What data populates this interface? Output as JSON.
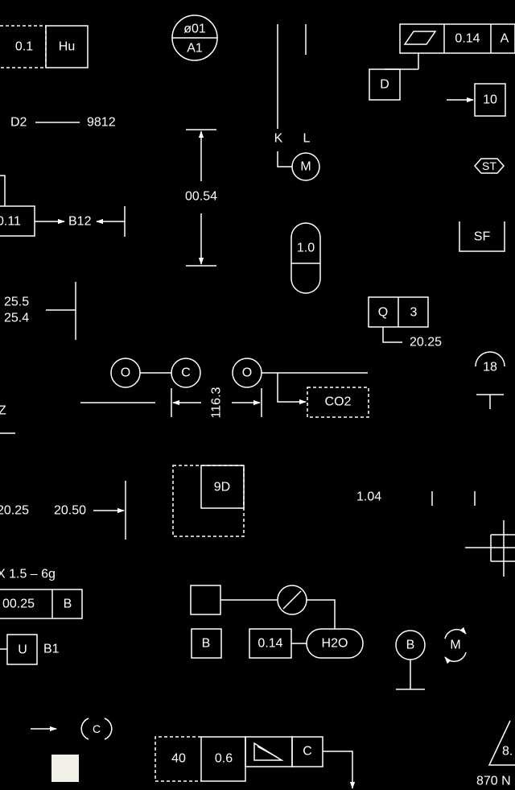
{
  "theme": {
    "background": "#000000",
    "stroke": "#ffffff",
    "fill_swatch": "#f0efe8"
  },
  "labels": {
    "frame_tl_value": "0.1",
    "frame_tl_hu": "Hu",
    "circle_top": "ø01",
    "circle_bottom": "A1",
    "flatness_tol": "0.14",
    "flatness_datum": "A",
    "datum_d": "D",
    "box_10": "10",
    "d2": "D2",
    "d2_value": "9812",
    "k": "K",
    "l": "L",
    "m_circle": "M",
    "st": "ST",
    "dim_0054": "00.54",
    "box_011": "0.11",
    "b12": "B12",
    "sf": "SF",
    "pill_10": "1.0",
    "lim_upper": "25.5",
    "lim_lower": "25.4",
    "q": "Q",
    "q_3": "3",
    "val_2025_right": "20.25",
    "arc_18": "18",
    "o_left": "O",
    "c_circle": "C",
    "o_right": "O",
    "co2": "CO2",
    "z": "Z",
    "dim_1163": "116.3",
    "box_9d": "9D",
    "val_104": "1.04",
    "val_2025_left": "20.25",
    "val_2050": "20.50",
    "thread": "X 1.5 – 6g",
    "frame_025": "00.25",
    "frame_025_b": "B",
    "u": "U",
    "b1": "B1",
    "b_square": "B",
    "box_014": "0.14",
    "h2o": "H2O",
    "b_circle": "B",
    "m_rotate": "M",
    "c_bracket": "C",
    "frame_40": "40",
    "frame_06": "0.6",
    "frame_c": "C",
    "triangle_value": "8.",
    "n870": "870 N"
  }
}
